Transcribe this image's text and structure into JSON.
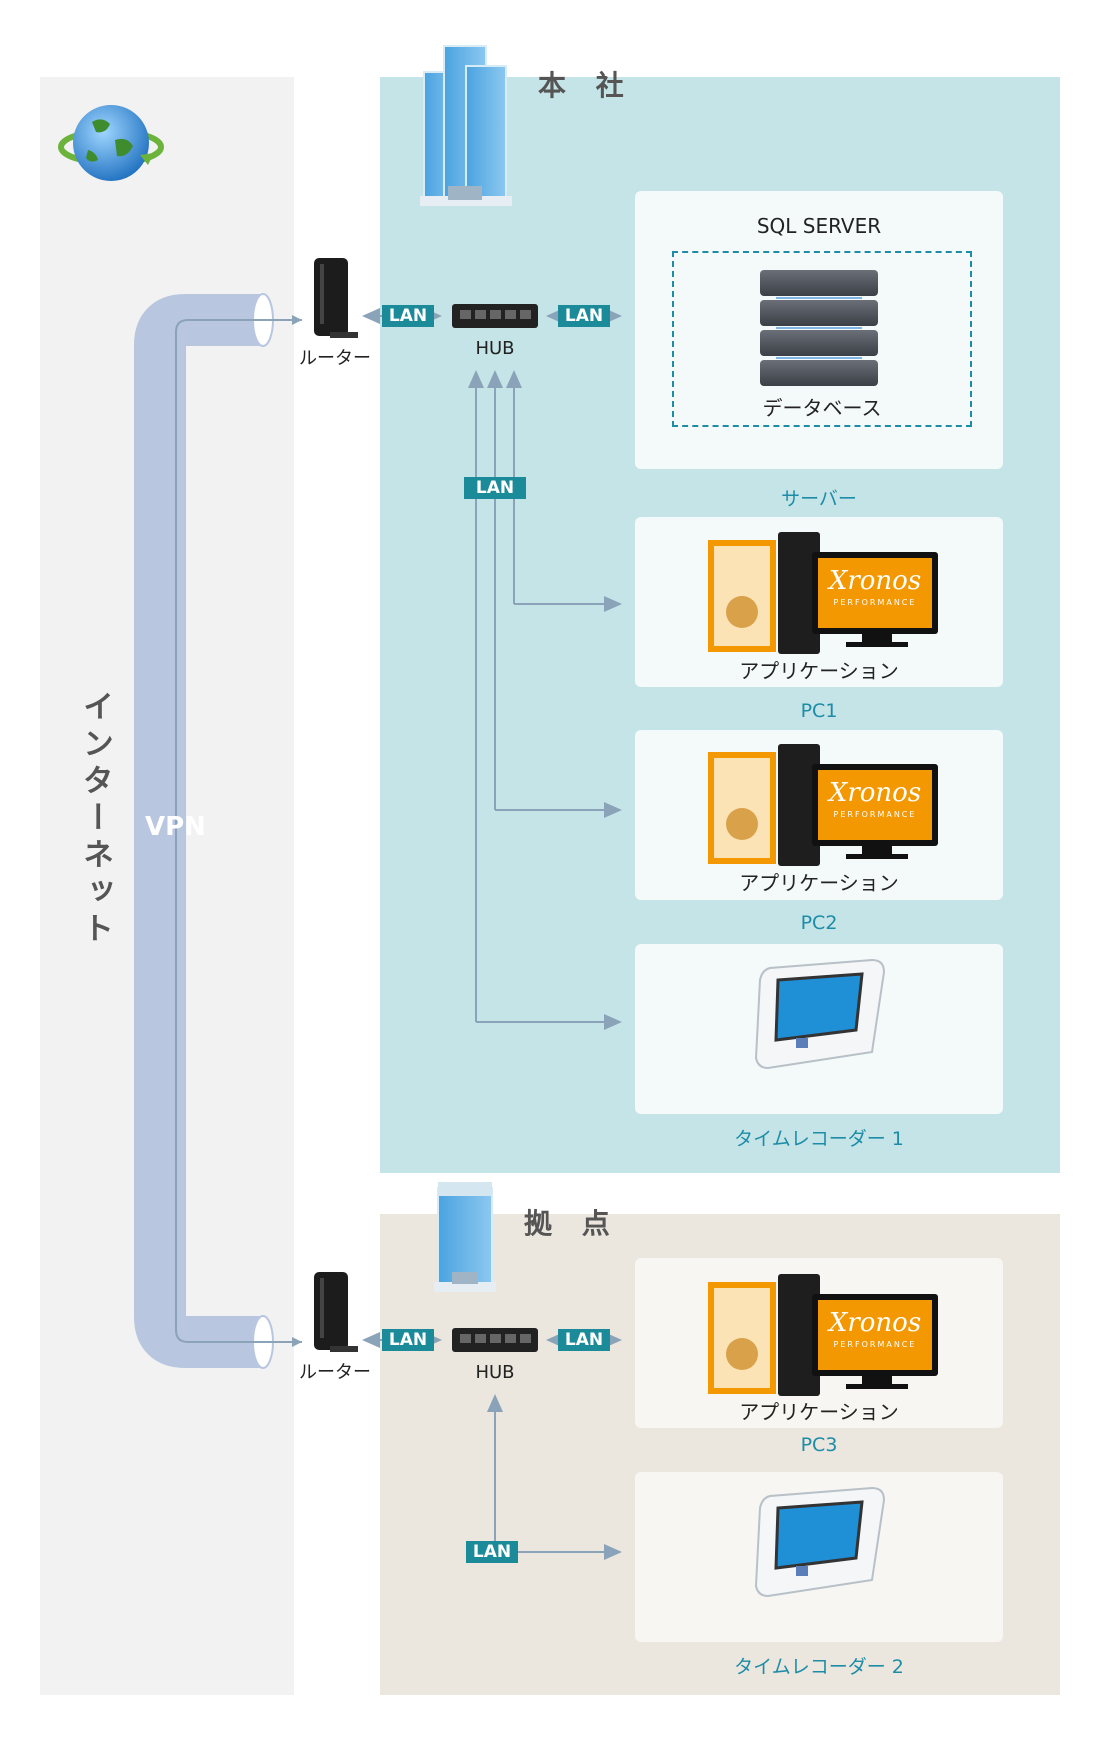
{
  "internet": {
    "title": "インターネット",
    "vpn": "VPN"
  },
  "hq": {
    "title": "本 社",
    "router": "ルーター",
    "hub": "HUB",
    "lan": "LAN",
    "server": {
      "title": "SQL SERVER",
      "db": "データベース",
      "caption": "サーバー"
    },
    "pc1": {
      "app": "アプリケーション",
      "caption": "PC1",
      "logo": "Xronos",
      "logo_sub": "PERFORMANCE"
    },
    "pc2": {
      "app": "アプリケーション",
      "caption": "PC2",
      "logo": "Xronos",
      "logo_sub": "PERFORMANCE"
    },
    "recorder1": {
      "caption": "タイムレコーダー 1"
    }
  },
  "branch": {
    "title": "拠 点",
    "router": "ルーター",
    "hub": "HUB",
    "lan": "LAN",
    "pc3": {
      "app": "アプリケーション",
      "caption": "PC3",
      "logo": "Xronos",
      "logo_sub": "PERFORMANCE"
    },
    "recorder2": {
      "caption": "タイムレコーダー 2"
    }
  },
  "colors": {
    "accent": "#1b8b99",
    "caption": "#1d8da7",
    "vpn_tube": "#b9c6e0",
    "arrow": "#8aa3b8",
    "xronos": "#f39800"
  },
  "icons": [
    "globe-icon",
    "building-icon",
    "router-icon",
    "hub-icon",
    "database-icon",
    "pc-icon",
    "time-recorder-icon"
  ]
}
